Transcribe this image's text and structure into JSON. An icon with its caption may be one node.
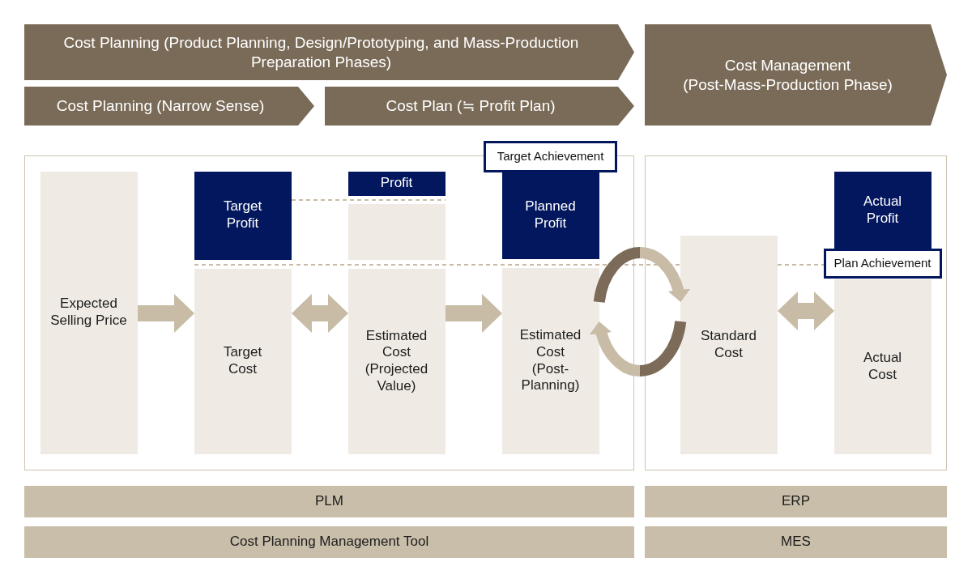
{
  "diagram": {
    "nodes": [
      {
        "text": [
          "Cost Planning (Product Planning, Design/Prototyping, and Mass-Production Preparation Phases)"
        ]
      },
      {
        "text": [
          "Cost Planning (Narrow Sense)"
        ]
      },
      {
        "text": [
          "Cost Plan (≒ Profit Plan)"
        ]
      },
      {
        "text": [
          "Cost Management (Post-Mass-Production Phase)"
        ]
      },
      {
        "text": [],
        "shape": "box"
      },
      {
        "text": [
          "Expected Selling Price"
        ],
        "in": 4
      },
      {
        "text": [
          "Target Profit"
        ],
        "in": 4
      },
      {
        "text": [
          "Target Cost"
        ],
        "in": 4
      },
      {
        "text": [
          "Profit"
        ],
        "in": 4
      },
      {
        "text": [],
        "shape": "box",
        "in": 4
      },
      {
        "text": [
          "Estimated Cost (Projected Value)"
        ],
        "in": 4
      },
      {
        "text": [
          "Target Achievement"
        ]
      },
      {
        "text": [
          "Planned Profit"
        ],
        "in": 4
      },
      {
        "text": [
          "Estimated Cost (Post-Planning)"
        ],
        "in": 4
      },
      {
        "text": [],
        "shape": "box"
      },
      {
        "text": [
          "Standard Cost"
        ],
        "in": 14
      },
      {
        "text": [
          "Actual Profit"
        ],
        "in": 14
      },
      {
        "text": [
          "Plan Achievement"
        ],
        "in": 14
      },
      {
        "text": [
          "Actual Cost"
        ],
        "in": 14
      },
      {
        "text": [
          "PLM"
        ]
      },
      {
        "text": [
          "Cost Planning Management Tool"
        ]
      },
      {
        "text": [
          "ERP"
        ]
      },
      {
        "text": [
          "MES"
        ]
      }
    ],
    "edges": [
      {
        "from": 5,
        "to": 7,
        "arrow": "to"
      },
      {
        "from": 7,
        "to": 10,
        "arrow": "both"
      },
      {
        "from": 10,
        "to": 13,
        "arrow": "to"
      },
      {
        "from": 13,
        "to": 15,
        "arrow": "to"
      },
      {
        "from": 15,
        "to": 13,
        "arrow": "to"
      },
      {
        "from": 15,
        "to": 18,
        "arrow": "both"
      },
      {
        "from": 6,
        "to": 8,
        "arrow": "none",
        "style": "dashed"
      },
      {
        "from": 6,
        "to": 15,
        "arrow": "none",
        "style": "dashed"
      },
      {
        "from": 15,
        "to": 17,
        "arrow": "none",
        "style": "dashed"
      }
    ]
  }
}
